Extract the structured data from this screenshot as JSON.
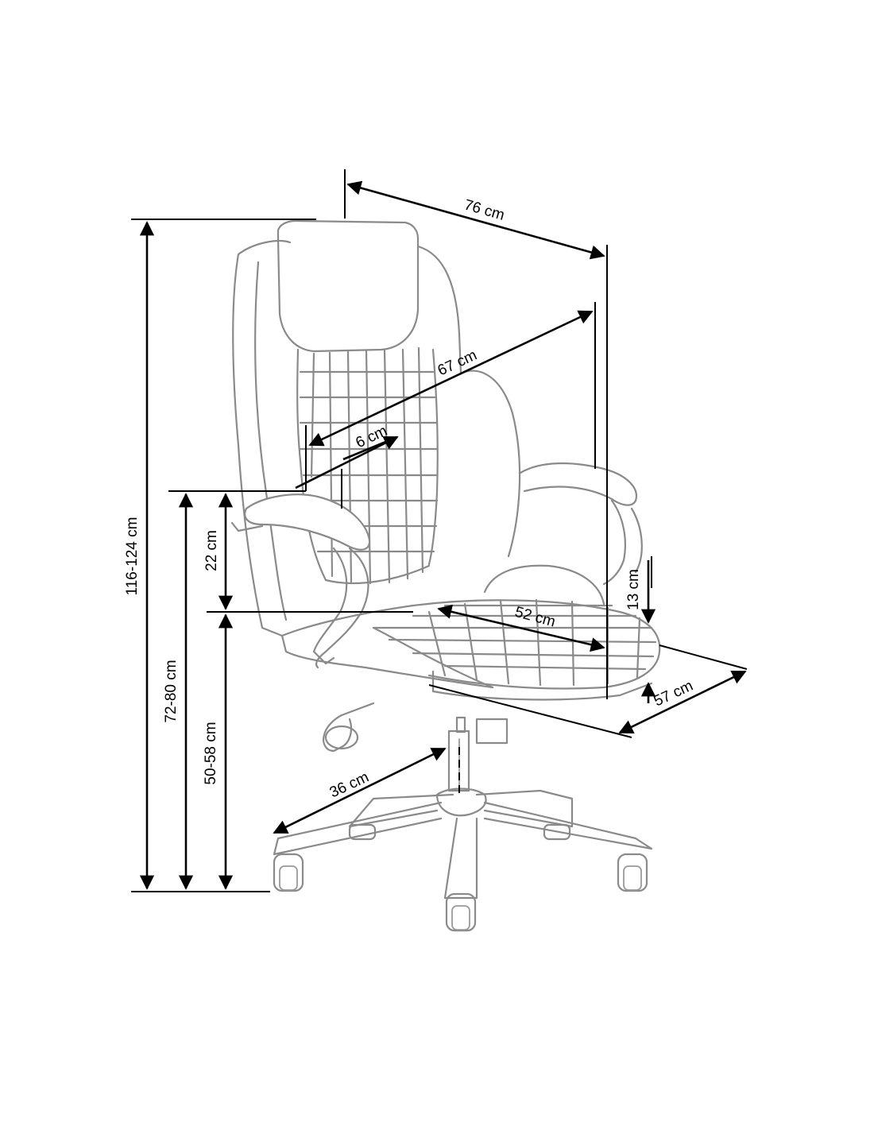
{
  "dimensions": {
    "depth": "76 cm",
    "backrest_height": "67 cm",
    "armrest_width": "6 cm",
    "armrest_height": "22 cm",
    "seat_depth": "52 cm",
    "seat_thickness": "13 cm",
    "seat_width": "57 cm",
    "base_radius": "36 cm",
    "total_height": "116-124 cm",
    "armrest_floor_height": "72-80 cm",
    "seat_height": "50-58 cm"
  },
  "colors": {
    "chair_outline": "#8a8a8a",
    "dimension_lines": "#000000",
    "background": "#ffffff"
  }
}
